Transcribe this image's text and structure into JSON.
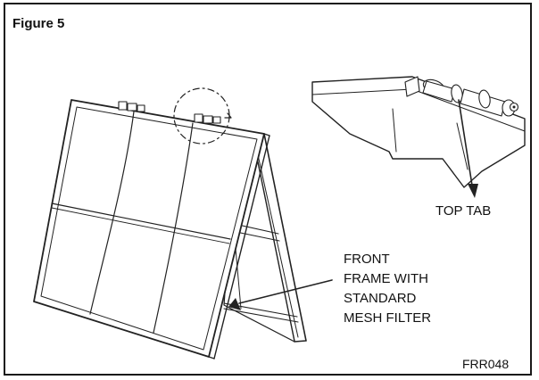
{
  "figure": {
    "title": "Figure 5",
    "callouts": {
      "top_tab": "TOP TAB",
      "front_frame": [
        "FRONT",
        "FRAME WITH",
        "STANDARD",
        "MESH FILTER"
      ]
    },
    "code": "FRR048"
  }
}
